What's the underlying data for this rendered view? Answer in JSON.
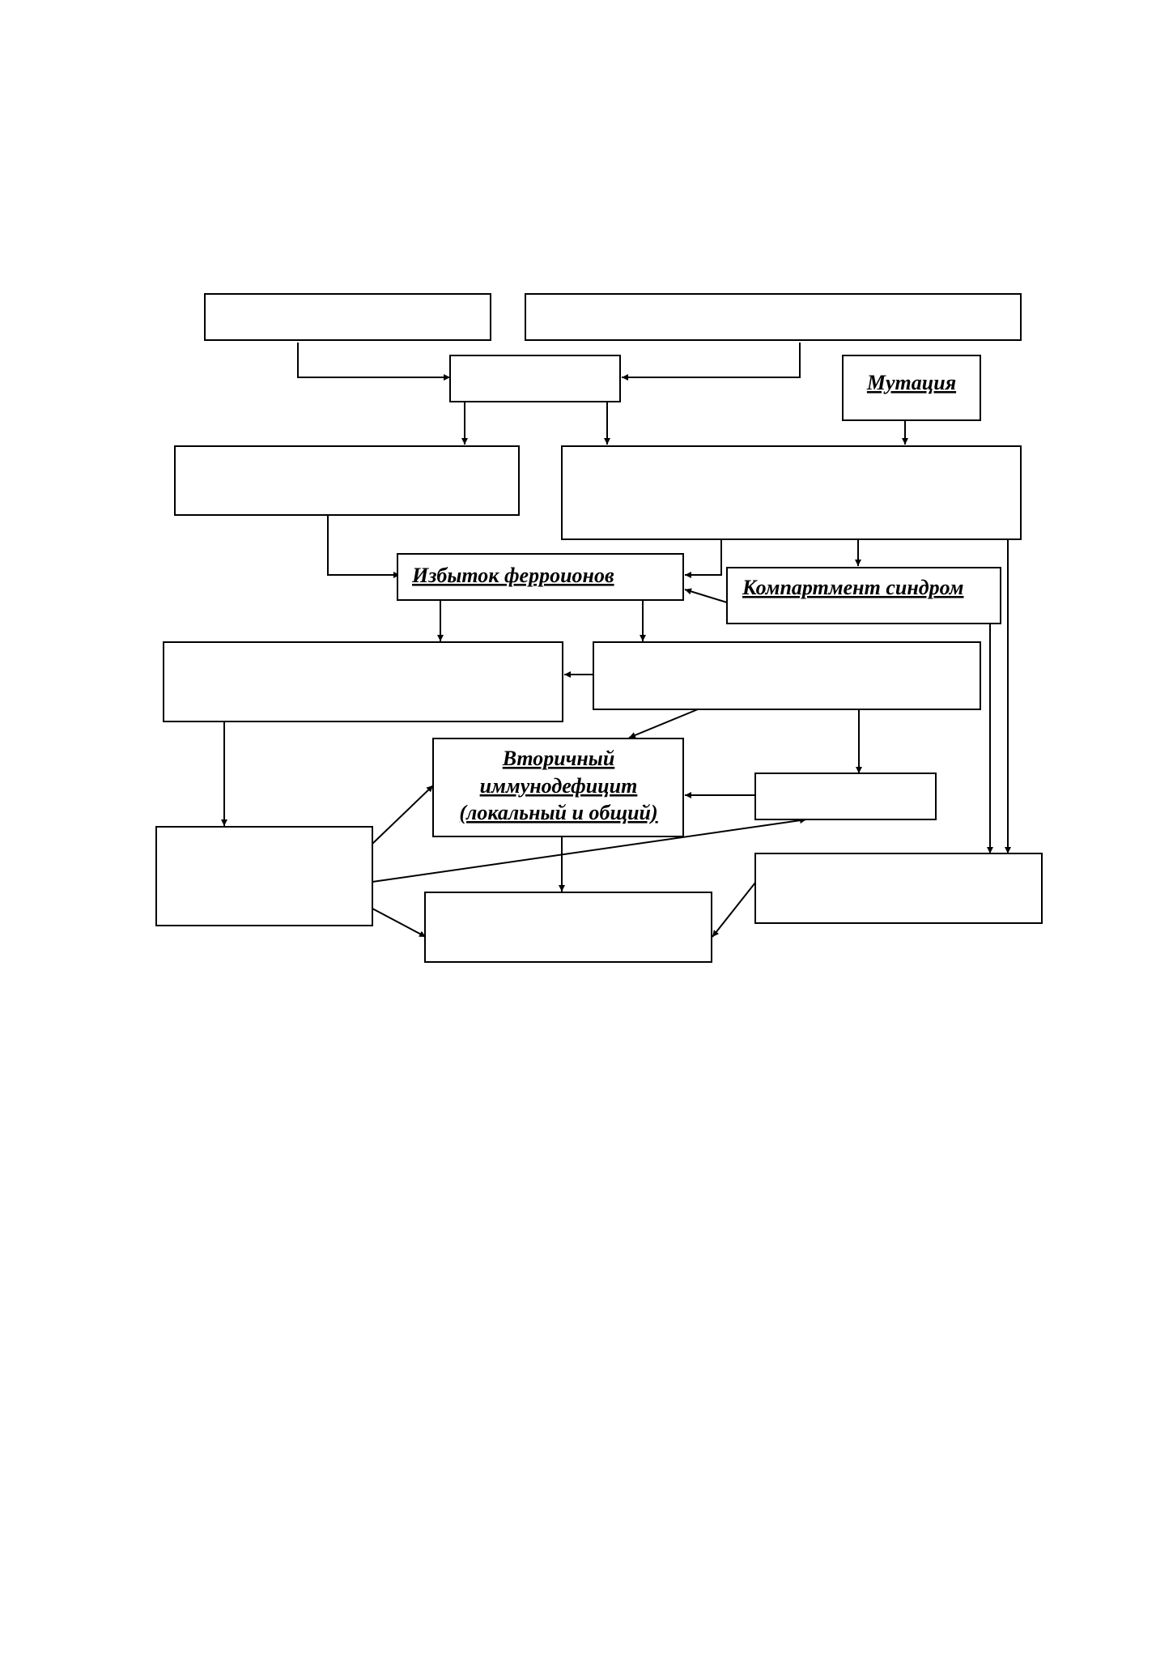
{
  "diagram": {
    "nodes": {
      "blank_1": "",
      "blank_2": "",
      "blank_3": "",
      "mutation": "Мутация",
      "blank_4": "",
      "blank_5": "",
      "ferro_excess": "Избыток ферроионов",
      "compartment": "Компартмент синдром",
      "blank_6": "",
      "blank_7": "",
      "immunodef_line1": "Вторичный",
      "immunodef_line2": "иммунодефицит",
      "immunodef_line3": "(локальный и общий)",
      "blank_8": "",
      "blank_9": "",
      "blank_10": "",
      "blank_11": ""
    }
  }
}
